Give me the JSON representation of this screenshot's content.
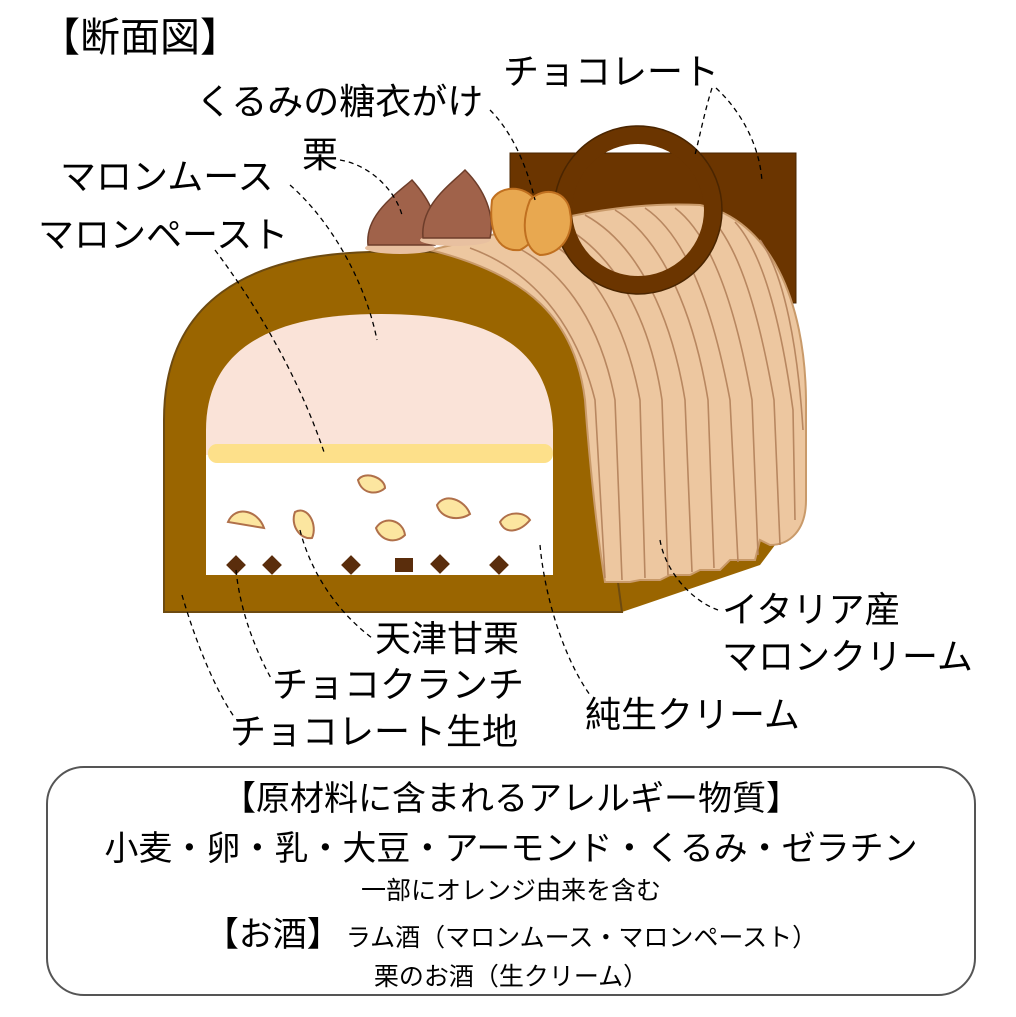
{
  "section_title": "【断面図】",
  "labels": {
    "walnut": "くるみの糖衣がけ",
    "chocolate": "チョコレート",
    "chestnut": "栗",
    "marron_mousse": "マロンムース",
    "marron_paste": "マロンペースト",
    "amaguri": "天津甘栗",
    "choco_crunch": "チョコクランチ",
    "choco_sponge": "チョコレート生地",
    "fresh_cream": "純生クリーム",
    "italy_line1": "イタリア産",
    "italy_line2": "マロンクリーム"
  },
  "allergen": {
    "heading": "【原材料に含まれるアレルギー物質】",
    "items": "小麦・卵・乳・大豆・アーモンド・くるみ・ゼラチン",
    "note": "一部にオレンジ由来を含む",
    "alcohol_heading": "【お酒】",
    "alcohol_line1": "ラム酒（マロンムース・マロンペースト）",
    "alcohol_line2": "栗のお酒（生クリーム）"
  },
  "colors": {
    "chocolate_sponge": "#9a6500",
    "dark_chocolate": "#6b3500",
    "marron_cream": "#edc7a0",
    "cream_stroke": "#c99a6a",
    "marron_mousse": "#fae3d8",
    "marron_paste": "#fde08a",
    "fresh_cream": "#ffffff",
    "chestnut": "#a0624a",
    "amaguri": "#fce6a0",
    "crunch": "#5a2d0c"
  }
}
